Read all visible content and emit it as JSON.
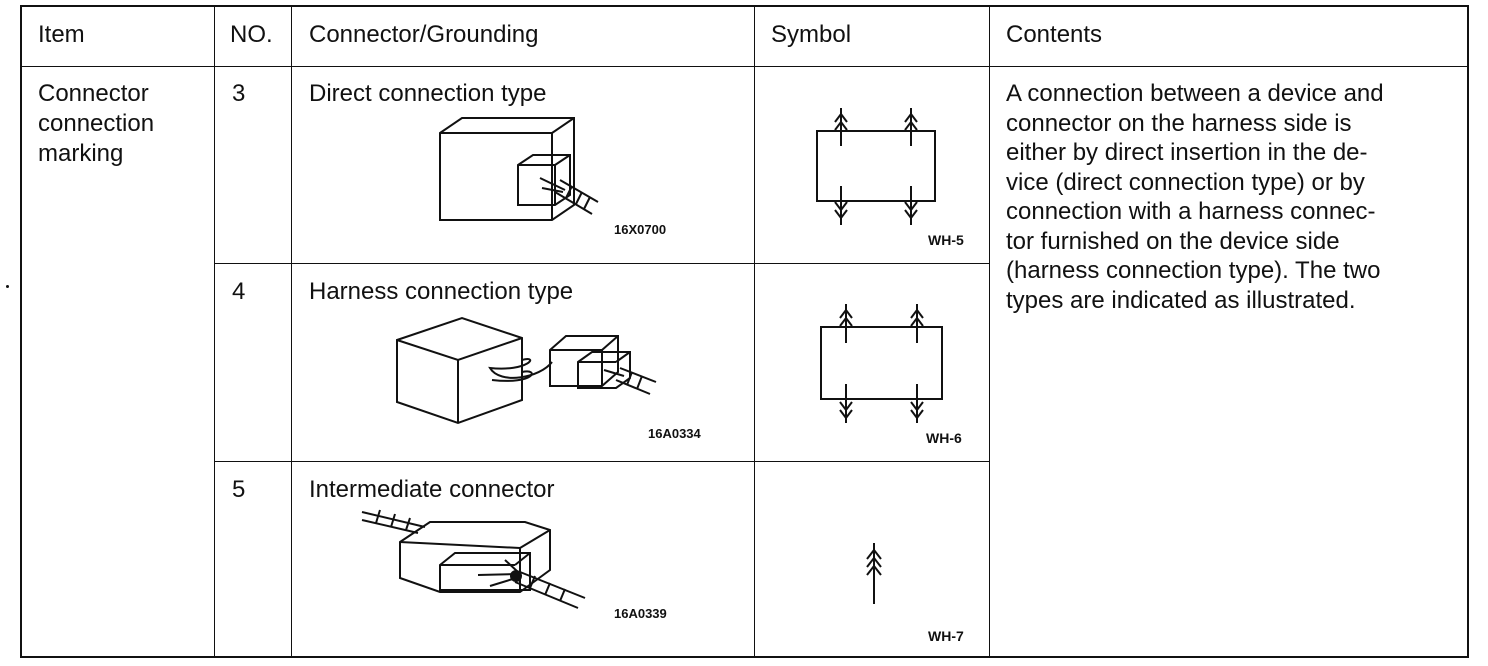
{
  "headers": {
    "item": "Item",
    "no": "NO.",
    "connector": "Connector/Grounding",
    "symbol": "Symbol",
    "contents": "Contents"
  },
  "item_label": "Connector connection marking",
  "rows": [
    {
      "no": "3",
      "type": "Direct connection type",
      "fig_code": "16X0700",
      "symbol_code": "WH-5",
      "icon": "direct-connector-icon"
    },
    {
      "no": "4",
      "type": "Harness connection type",
      "fig_code": "16A0334",
      "symbol_code": "WH-6",
      "icon": "harness-connector-icon"
    },
    {
      "no": "5",
      "type": "Intermediate connector",
      "fig_code": "16A0339",
      "symbol_code": "WH-7",
      "icon": "intermediate-connector-icon"
    }
  ],
  "contents_lines": [
    "A connection between a device and",
    "connector on the harness side is",
    "either by direct insertion in the de-",
    "vice (direct connection type) or by",
    "connection with a harness connec-",
    "tor furnished on the device side",
    "(harness connection type). The two",
    "types are indicated as illustrated."
  ]
}
